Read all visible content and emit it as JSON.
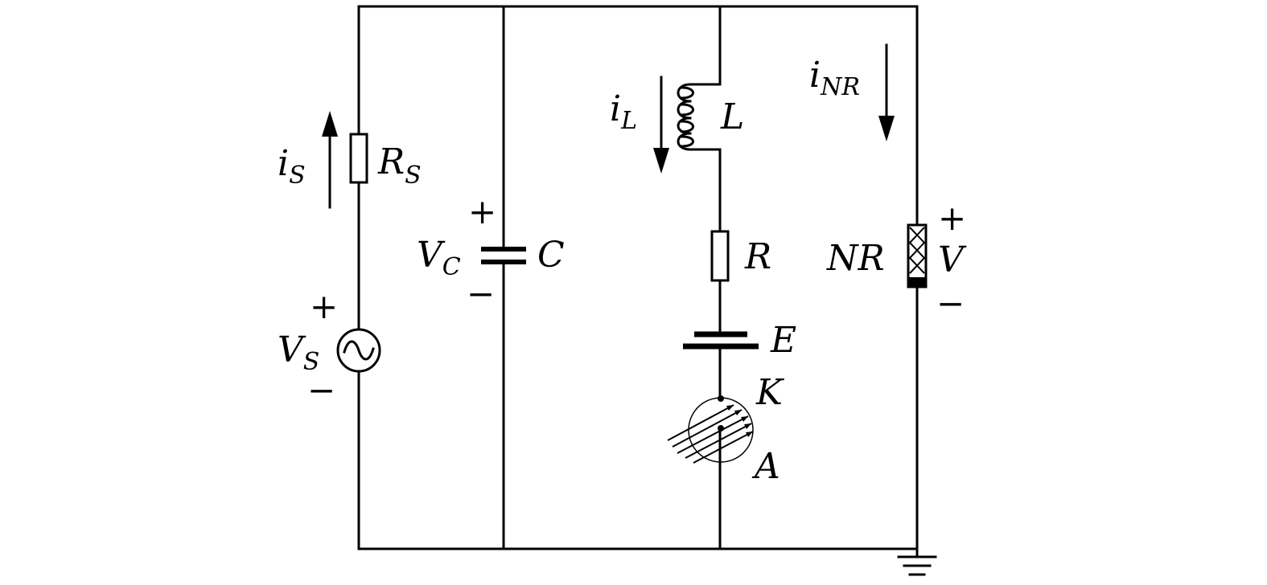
{
  "components": {
    "source_resistor": {
      "symbol": "R",
      "subscript": "S"
    },
    "source_current": {
      "symbol": "i",
      "subscript": "S"
    },
    "source_voltage": {
      "symbol": "V",
      "subscript": "S",
      "plus": "+",
      "minus": "−"
    },
    "capacitor": {
      "label": "C"
    },
    "capacitor_voltage": {
      "symbol": "V",
      "subscript": "C",
      "plus": "+",
      "minus": "−"
    },
    "inductor": {
      "label": "L"
    },
    "inductor_current": {
      "symbol": "i",
      "subscript": "L"
    },
    "resistor": {
      "label": "R"
    },
    "battery": {
      "label": "E"
    },
    "phototube": {
      "cathode": "K",
      "anode": "A"
    },
    "nonlinear_resistor": {
      "label": "NR"
    },
    "nr_current": {
      "symbol": "i",
      "subscript": "NR"
    },
    "nr_voltage": {
      "label": "V",
      "plus": "+",
      "minus": "−"
    }
  }
}
